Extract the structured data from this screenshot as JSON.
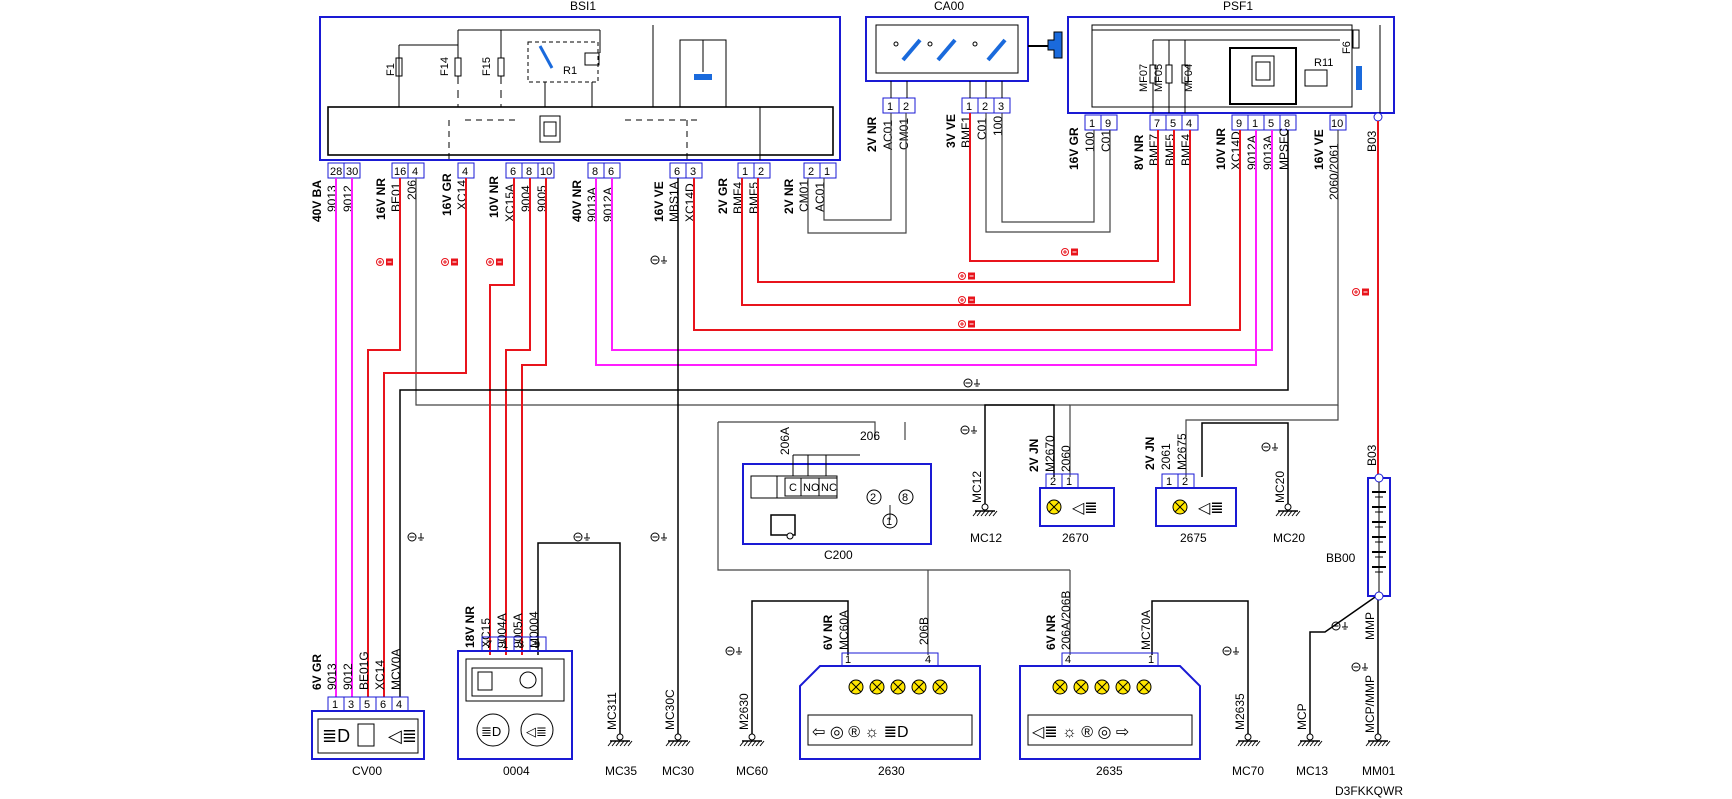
{
  "components": {
    "bsi1": {
      "name": "BSI1",
      "fuses": [
        "F1",
        "F14",
        "F15"
      ],
      "relay": "R1",
      "pins": [
        "28",
        "30",
        "16",
        "4",
        "4",
        "6",
        "8",
        "10",
        "8",
        "6",
        "6",
        "3",
        "1",
        "2",
        "2",
        "1"
      ]
    },
    "ca00": {
      "name": "CA00",
      "pins": [
        "1",
        "2",
        "1",
        "2",
        "3"
      ]
    },
    "psf1": {
      "name": "PSF1",
      "fuses": [
        "MF07",
        "MF05",
        "MF04",
        "F6"
      ],
      "relay": "R11",
      "pins": [
        "1",
        "9",
        "7",
        "5",
        "4",
        "9",
        "1",
        "5",
        "8",
        "10"
      ]
    },
    "cv00": {
      "name": "CV00",
      "pins": [
        "1",
        "3",
        "5",
        "6",
        "4"
      ]
    },
    "c0004": {
      "name": "0004",
      "pins": [
        "7",
        "1",
        "3",
        "9"
      ]
    },
    "c200": {
      "name": "C200",
      "pins": [
        "C",
        "NO",
        "NC"
      ]
    },
    "c2630": {
      "name": "2630",
      "pins": [
        "1",
        "4"
      ]
    },
    "c2635": {
      "name": "2635",
      "pins": [
        "4",
        "1"
      ]
    },
    "c2670": {
      "name": "2670",
      "pins": [
        "2",
        "1"
      ]
    },
    "c2675": {
      "name": "2675",
      "pins": [
        "1",
        "2"
      ]
    },
    "bb00": {
      "name": "BB00"
    }
  },
  "connectors": {
    "bsi_a": {
      "spec": "40V BA",
      "wires": [
        "9013",
        "9012"
      ]
    },
    "bsi_b": {
      "spec": "16V NR",
      "wires": [
        "BE01",
        "206"
      ]
    },
    "bsi_c": {
      "spec": "16V GR",
      "wires": [
        "XC14"
      ]
    },
    "bsi_d": {
      "spec": "10V NR",
      "wires": [
        "XC15A",
        "9004",
        "9005"
      ]
    },
    "bsi_e": {
      "spec": "40V NR",
      "wires": [
        "9013A",
        "9012A"
      ]
    },
    "bsi_f": {
      "spec": "16V VE",
      "wires": [
        "MBS1A",
        "XC14D"
      ]
    },
    "bsi_g": {
      "spec": "2V GR",
      "wires": [
        "BMF4",
        "BMF5"
      ]
    },
    "bsi_h": {
      "spec": "2V NR",
      "wires": [
        "CM01",
        "AC01"
      ]
    },
    "ca_a": {
      "spec": "2V NR",
      "wires": [
        "AC01",
        "CM01"
      ]
    },
    "ca_b": {
      "spec": "3V VE",
      "wires": [
        "BMF1",
        "C01",
        "100"
      ]
    },
    "psf_a": {
      "spec": "16V GR",
      "wires": [
        "100",
        "C01"
      ]
    },
    "psf_b": {
      "spec": "8V NR",
      "wires": [
        "BMF7",
        "BMF5",
        "BMF4"
      ]
    },
    "psf_c": {
      "spec": "10V NR",
      "wires": [
        "XC14D",
        "9012A",
        "9013A",
        "MPSFC"
      ]
    },
    "psf_d": {
      "spec": "16V VE",
      "wires": [
        "2060/2061"
      ]
    },
    "psf_e": {
      "wires": [
        "B03"
      ]
    },
    "cv_in": {
      "spec": "6V GR",
      "wires": [
        "9013",
        "9012",
        "BE01G",
        "XC14",
        "MCV0A"
      ]
    },
    "c0004_in": {
      "spec": "18V NR",
      "wires": [
        "XC15",
        "9004A",
        "9005A",
        "M0004"
      ]
    },
    "c200_in": {
      "wires": [
        "206A",
        "206"
      ]
    },
    "c2630_in": {
      "spec": "6V NR",
      "wires": [
        "MC60A",
        "206B"
      ]
    },
    "c2635_in": {
      "spec": "6V NR",
      "wires": [
        "206A/206B",
        "MC70A"
      ]
    },
    "c2670_in": {
      "spec": "2V JN",
      "wires": [
        "M2670",
        "2060"
      ]
    },
    "c2675_in": {
      "spec": "2V JN",
      "wires": [
        "2061",
        "M2675"
      ]
    },
    "bb_in": {
      "wires": [
        "B03"
      ]
    }
  },
  "grounds": {
    "mc35": {
      "wire": "MC311",
      "label": "MC35"
    },
    "mc30": {
      "wire": "MC30C",
      "label": "MC30"
    },
    "mc60": {
      "wire": "M2630",
      "label": "MC60"
    },
    "mc70": {
      "wire": "M2635",
      "label": "MC70"
    },
    "mc12": {
      "wire": "MC12",
      "label": "MC12"
    },
    "mc20": {
      "wire": "MC20",
      "label": "MC20"
    },
    "mc13": {
      "wire": "MCP",
      "label": "MC13"
    },
    "mm01": {
      "wire": "MCP/MMP",
      "label": "MM01"
    },
    "mmp": {
      "wire": "MMP"
    }
  },
  "circled": [
    "2",
    "8",
    "1"
  ],
  "footer_code": "D3FKKQWR",
  "colors": {
    "power": "#e8141c",
    "ground": "#000000",
    "signal_magenta": "#ff1eff",
    "box_blue": "#1a1ad4",
    "wire_gray": "#333333"
  }
}
